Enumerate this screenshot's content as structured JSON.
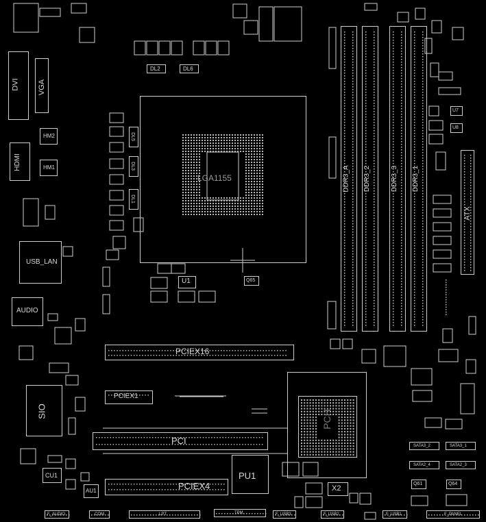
{
  "colors": {
    "background": "#000000",
    "outline": "#d0d0d0",
    "pads": "#bdbdbd"
  },
  "connectors": {
    "dvi": "DVI",
    "vga": "VGA",
    "hdmi": "HDMI",
    "usb_lan": "USB_LAN",
    "audio": "AUDIO",
    "atx": "ATX",
    "sio": "SIO",
    "x2": "X2",
    "cu1": "CU1",
    "au1": "AU1"
  },
  "cpu": {
    "socket": "LGA1155",
    "vrm": "U1"
  },
  "memory": {
    "slots": [
      "DDR3_A",
      "DDR3_2",
      "DDR3_3",
      "DDR3_1"
    ]
  },
  "slots": {
    "pciex16": "PCIEX16",
    "pciex1": "PCIEX1",
    "pci": "PCI",
    "pciex4": "PCIEX4"
  },
  "pch": {
    "label": "PCH",
    "pu1": "PU1"
  },
  "chips": {
    "hm2": "HM2",
    "hm1": "HM1",
    "dl2": "DL2",
    "dl6": "DL6",
    "dl5": "DL5",
    "dl3": "DL3",
    "dl1": "DL1",
    "u7": "U7",
    "u8": "U8",
    "q64": "Q64",
    "q61": "Q61",
    "q65": "Q65"
  },
  "sata": [
    "SATA3_2",
    "SATA3_1",
    "SATA2_4",
    "SATA2_3"
  ],
  "headers": [
    "F_AUDIO",
    "COM",
    "LPT",
    "TPM",
    "F_USB3",
    "F_USB2",
    "F_USB1",
    "F_PANEL"
  ]
}
